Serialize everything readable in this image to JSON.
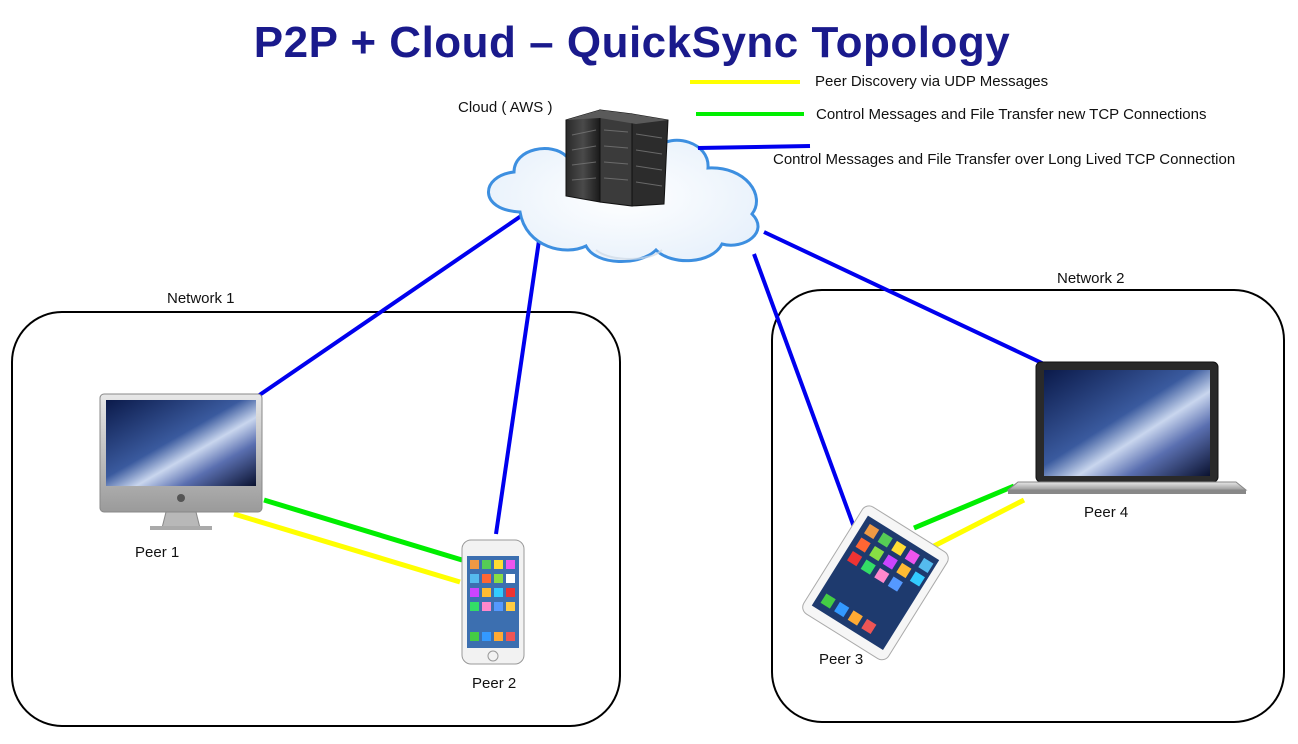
{
  "title": "P2P + Cloud – QuickSync Topology",
  "cloud_label": "Cloud ( AWS )",
  "legend": [
    {
      "label": "Peer Discovery via UDP Messages",
      "color": "#ffff00"
    },
    {
      "label": "Control Messages and File Transfer new TCP Connections",
      "color": "#00ee00"
    },
    {
      "label": "Control Messages and File Transfer over Long Lived TCP Connection",
      "color": "#0000ee"
    }
  ],
  "networks": [
    {
      "label": "Network 1"
    },
    {
      "label": "Network 2"
    }
  ],
  "peers": [
    {
      "label": "Peer 1",
      "device": "desktop-computer-icon"
    },
    {
      "label": "Peer 2",
      "device": "smartphone-icon"
    },
    {
      "label": "Peer 3",
      "device": "tablet-icon"
    },
    {
      "label": "Peer 4",
      "device": "laptop-icon"
    }
  ],
  "colors": {
    "title": "#1a1a8c",
    "udp": "#ffff00",
    "tcp_new": "#00ee00",
    "tcp_long": "#0000ee"
  }
}
